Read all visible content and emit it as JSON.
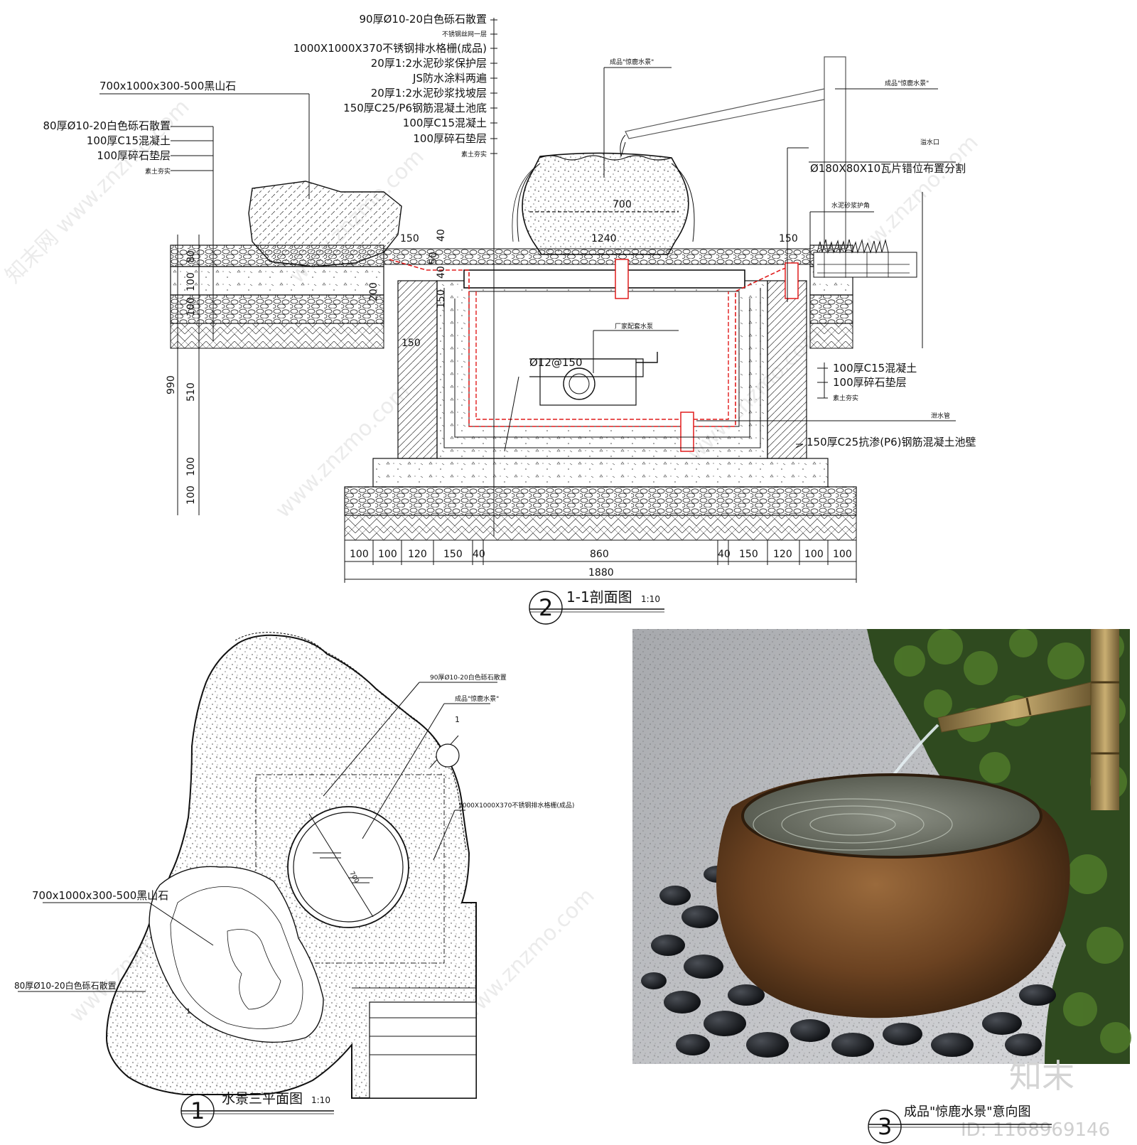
{
  "section": {
    "callout_number": "2",
    "title": "1-1剖面图",
    "scale": "1:10",
    "left_labels": [
      "700x1000x300-500黑山石",
      "80厚Ø10-20白色砾石散置",
      "100厚C15混凝土",
      "100厚碎石垫层",
      "素土夯实"
    ],
    "center_labels": [
      "90厚Ø10-20白色砾石散置",
      "不锈钢丝网一层",
      "1000X1000X370不锈钢排水格栅(成品)",
      "20厚1:2水泥砂浆保护层",
      "JS防水涂料两遍",
      "20厚1:2水泥砂浆找坡层",
      "150厚C25/P6钢筋混凝土池底",
      "100厚C15混凝土",
      "100厚碎石垫层",
      "素土夯实"
    ],
    "right_labels": {
      "product_top": "成品\"惊鹿水景\"",
      "product_right": "成品\"惊鹿水景\"",
      "overflow": "溢水口",
      "stone": "Ø180X80X10瓦片错位布置分割",
      "mortar": "水泥砂浆护角",
      "c15": "100厚C15混凝土",
      "gravel": "100厚碎石垫层",
      "soil": "素土夯实",
      "drain": "泄水管",
      "wall": "150厚C25抗渗(P6)钢筋混凝土池壁"
    },
    "pump": "厂家配套水泵",
    "rebar": "Ø12@150",
    "inner_dims": {
      "bowl": "700",
      "span": "1240",
      "edge_left": "150",
      "edge_right": "150",
      "d40": "40",
      "d50": "50",
      "d40b": "40",
      "d150": "150",
      "d200": "200",
      "d150b": "150"
    },
    "vert_dims": [
      "80",
      "100",
      "100",
      "990",
      "510",
      "100",
      "100",
      "100"
    ],
    "bottom_dims": [
      "100",
      "100",
      "120",
      "150",
      "40",
      "860",
      "40",
      "150",
      "120",
      "100",
      "100"
    ],
    "total": "1880"
  },
  "plan": {
    "callout_number": "1",
    "title": "水景三平面图",
    "scale": "1:10",
    "labels": {
      "gravel_top": "90厚Ø10-20白色砾石散置",
      "product": "成品\"惊鹿水景\"",
      "grate": "1000X1000X370不锈钢排水格栅(成品)",
      "rock": "700x1000x300-500黑山石",
      "gravel_bottom": "80厚Ø10-20白色砾石散置"
    },
    "marker": "1",
    "bowl_dim": "700"
  },
  "photo": {
    "callout_number": "3",
    "title": "成品\"惊鹿水景\"意向图"
  },
  "watermark": {
    "logo": "知末",
    "id": "ID: 1168969146",
    "site": "www.znzmo.com",
    "site_cn": "知末网"
  }
}
